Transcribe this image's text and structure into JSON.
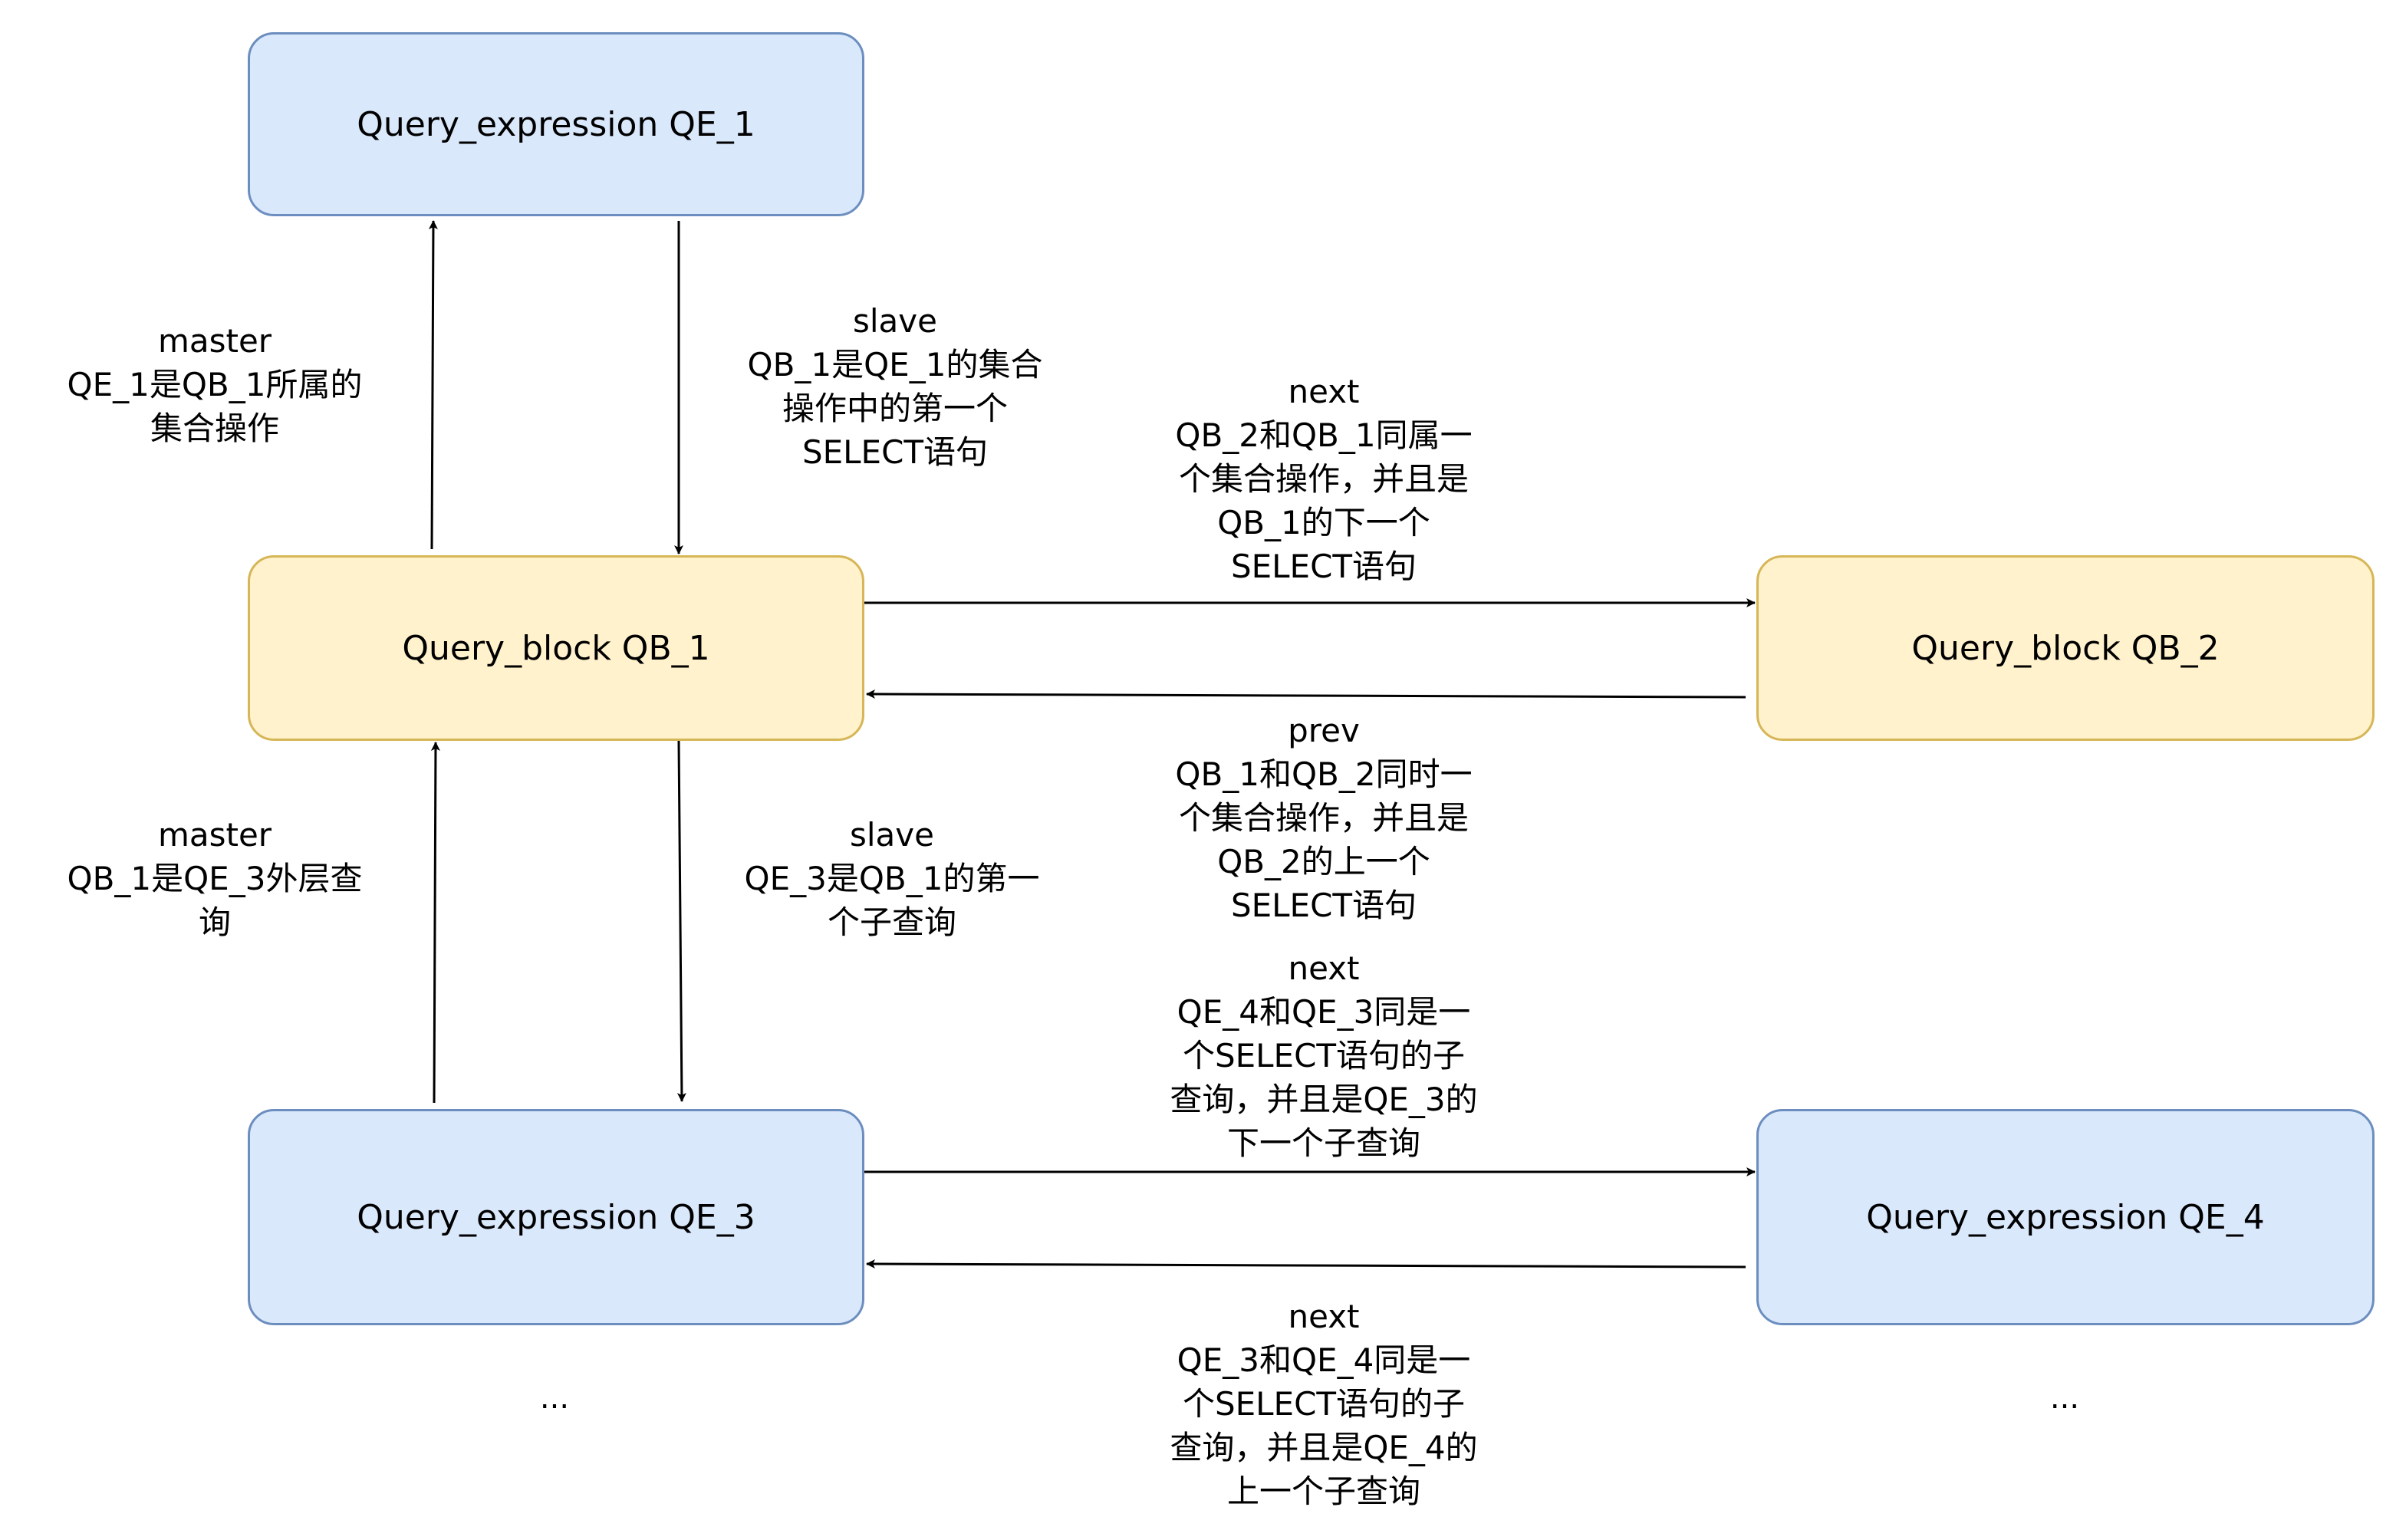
{
  "nodes": {
    "qe1": "Query_expression QE_1",
    "qb1": "Query_block QB_1",
    "qb2": "Query_block QB_2",
    "qe3": "Query_expression QE_3",
    "qe4": "Query_expression QE_4"
  },
  "edges": {
    "qb1_to_qe1": [
      "master",
      "QE_1是QB_1所属的",
      "集合操作"
    ],
    "qe1_to_qb1": [
      "slave",
      "QB_1是QE_1的集合",
      "操作中的第一个",
      "SELECT语句"
    ],
    "qb1_to_qb2": [
      "next",
      "QB_2和QB_1同属一",
      "个集合操作，并且是",
      "QB_1的下一个",
      "SELECT语句"
    ],
    "qb2_to_qb1": [
      "prev",
      "QB_1和QB_2同时一",
      "个集合操作，并且是",
      "QB_2的上一个",
      "SELECT语句"
    ],
    "qe3_to_qb1": [
      "master",
      "QB_1是QE_3外层查",
      "询"
    ],
    "qb1_to_qe3": [
      "slave",
      "QE_3是QB_1的第一",
      "个子查询"
    ],
    "qe3_to_qe4": [
      "next",
      "QE_4和QE_3同是一",
      "个SELECT语句的子",
      "查询，并且是QE_3的",
      "下一个子查询"
    ],
    "qe4_to_qe3": [
      "next",
      "QE_3和QE_4同是一",
      "个SELECT语句的子",
      "查询，并且是QE_4的",
      "上一个子查询"
    ]
  },
  "ellipsis": {
    "left": "...",
    "right": "..."
  },
  "colors": {
    "expression_fill": "#dae8fc",
    "expression_stroke": "#6c8ebf",
    "block_fill": "#fff2cc",
    "block_stroke": "#d6b656",
    "edge": "#000000"
  }
}
